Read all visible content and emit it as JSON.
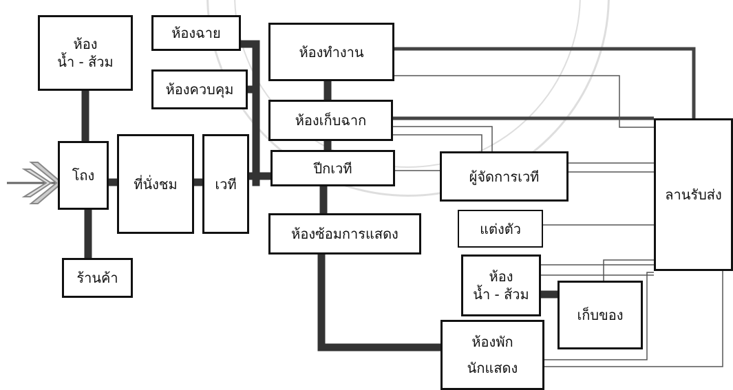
{
  "diagram": {
    "rooms": {
      "toilet_front": [
        "ห้อง",
        "น้ำ - ส้วม"
      ],
      "lobby": "โถง",
      "shop": "ร้านค้า",
      "auditorium": "ที่นั่งชม",
      "stage": "เวที",
      "projection": "ห้องฉาย",
      "control": "ห้องควบคุม",
      "office": "ห้องทำงาน",
      "scenery_storage": "ห้องเก็บฉาก",
      "wing": "ปีกเวที",
      "stage_manager": "ผู้จัดการเวที",
      "rehearsal": "ห้องซ้อมการแสดง",
      "makeup": "แต่งตัว",
      "toilet_back": [
        "ห้อง",
        "น้ำ - ส้วม"
      ],
      "storage": "เก็บของ",
      "performer_rest": [
        "ห้องพัก",
        "นักแสดง"
      ],
      "loading_yard": "ลานรับส่ง"
    }
  }
}
